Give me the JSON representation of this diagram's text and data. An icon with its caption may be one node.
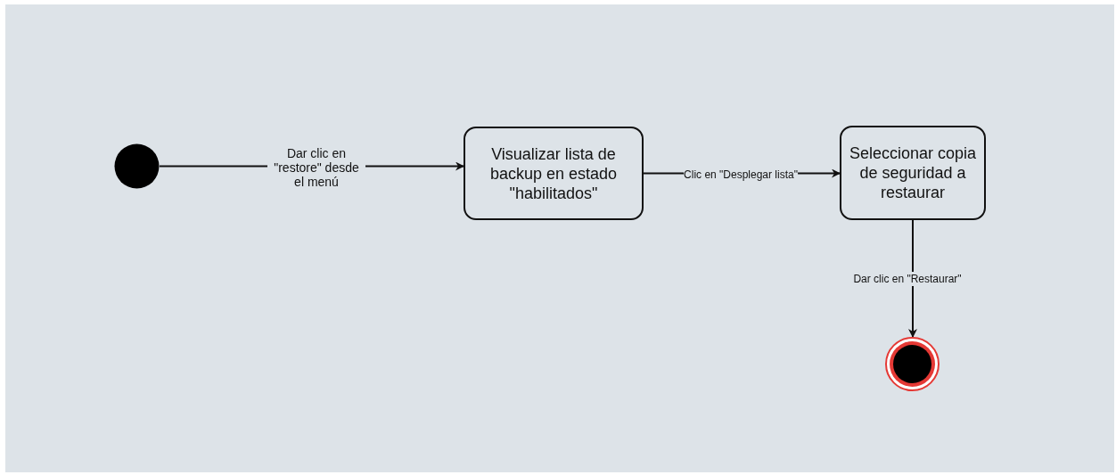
{
  "diagram": {
    "nodes": [
      {
        "text": [],
        "shape": "circle"
      },
      {
        "text": [
          "Visualizar lista de backup en estado \"habilitados\""
        ]
      },
      {
        "text": [
          "Seleccionar copia de seguridad a restaurar"
        ]
      },
      {
        "text": [],
        "shape": "circle"
      }
    ],
    "edges": [
      {
        "from": 0,
        "to": 1,
        "arrow": "to",
        "label": "Dar clic en \"restore\" desde el menú"
      },
      {
        "from": 1,
        "to": 2,
        "arrow": "to",
        "label": "Clic en \"Desplegar lista\""
      },
      {
        "from": 2,
        "to": 3,
        "arrow": "to",
        "label": "Dar clic en \"Restaurar\""
      }
    ]
  }
}
